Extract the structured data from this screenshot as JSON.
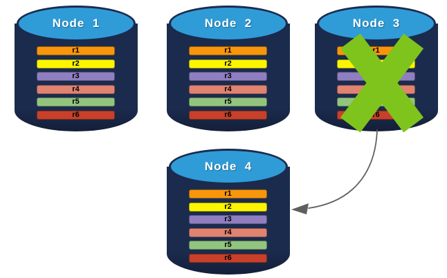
{
  "nodes": [
    {
      "label": "Node  1",
      "records": [
        "r1",
        "r2",
        "r3",
        "r4",
        "r5",
        "r6"
      ]
    },
    {
      "label": "Node  2",
      "records": [
        "r1",
        "r2",
        "r3",
        "r4",
        "r5",
        "r6"
      ]
    },
    {
      "label": "Node  3",
      "records": [
        "r1",
        "r2",
        "r3",
        "r4",
        "r5",
        "r6"
      ],
      "status": "failed"
    },
    {
      "label": "Node  4",
      "records": [
        "r1",
        "r2",
        "r3",
        "r4",
        "r5",
        "r6"
      ]
    }
  ],
  "icons": {
    "node3_failure": "green-x-cross",
    "arrow": "curved-arrow-left"
  },
  "colors": {
    "cylinder_body": "#1B2B4E",
    "cylinder_top": "#2F9CD8",
    "cross": "#7EC41C",
    "arrow": "#5F5F5F",
    "records": {
      "r1": "#F8960B",
      "r2": "#FCF500",
      "r3": "#8F7EC0",
      "r4": "#E08370",
      "r5": "#92C47E",
      "r6": "#C8402A"
    }
  }
}
